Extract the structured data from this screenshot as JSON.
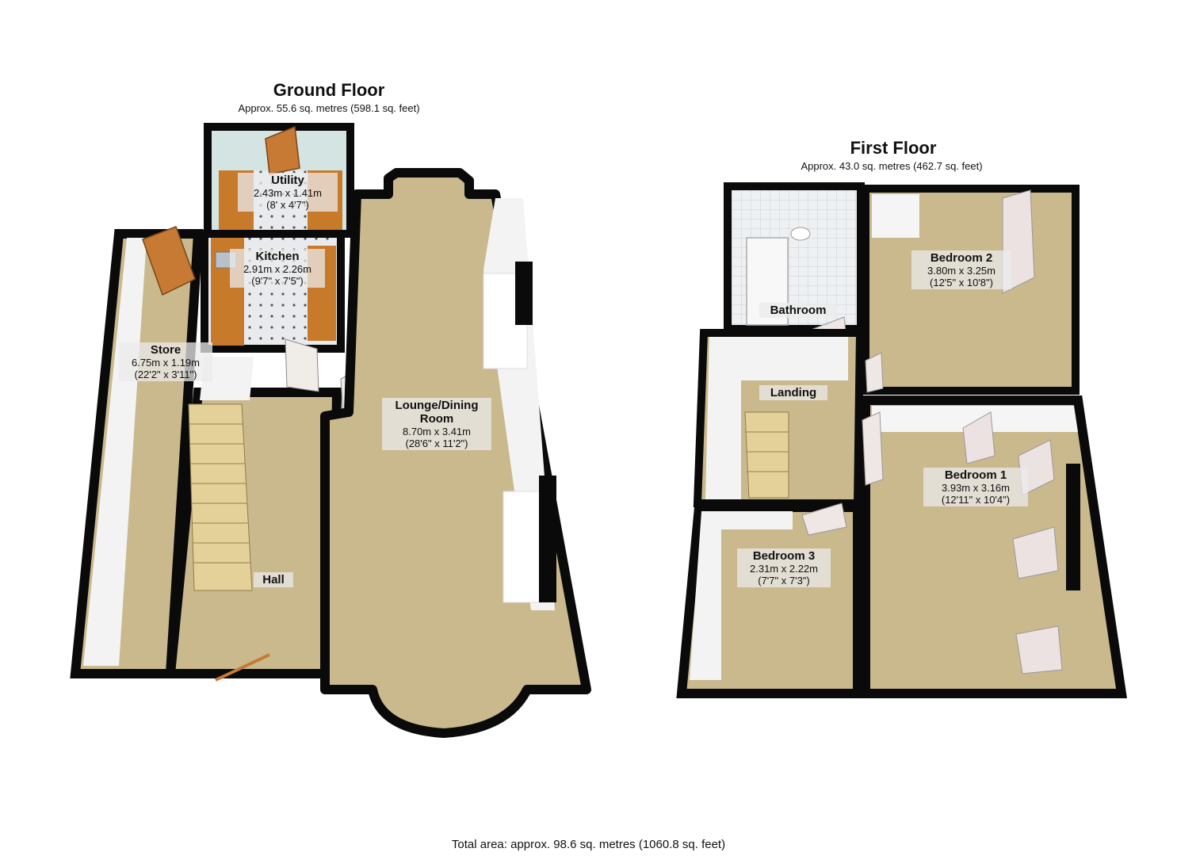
{
  "ground_floor": {
    "title": "Ground Floor",
    "area": "Approx. 55.6 sq. metres (598.1 sq. feet)",
    "rooms": {
      "utility": {
        "name": "Utility",
        "metric": "2.43m x 1.41m",
        "imperial": "(8' x 4'7\")"
      },
      "kitchen": {
        "name": "Kitchen",
        "metric": "2.91m x 2.26m",
        "imperial": "(9'7\" x 7'5\")"
      },
      "store": {
        "name": "Store",
        "metric": "6.75m x 1.19m",
        "imperial": "(22'2\" x 3'11\")"
      },
      "lounge": {
        "name": "Lounge/Dining",
        "name2": "Room",
        "metric": "8.70m x 3.41m",
        "imperial": "(28'6\" x 11'2\")"
      },
      "hall": {
        "name": "Hall"
      }
    }
  },
  "first_floor": {
    "title": "First Floor",
    "area": "Approx. 43.0 sq. metres (462.7 sq. feet)",
    "rooms": {
      "bathroom": {
        "name": "Bathroom"
      },
      "bedroom2": {
        "name": "Bedroom 2",
        "metric": "3.80m x 3.25m",
        "imperial": "(12'5\" x 10'8\")"
      },
      "landing": {
        "name": "Landing"
      },
      "bedroom1": {
        "name": "Bedroom 1",
        "metric": "3.93m x 3.16m",
        "imperial": "(12'11\" x 10'4\")"
      },
      "bedroom3": {
        "name": "Bedroom 3",
        "metric": "2.31m x 2.22m",
        "imperial": "(7'7\" x 7'3\")"
      }
    }
  },
  "total_area": "Total area: approx. 98.6 sq. metres (1060.8 sq. feet)",
  "colors": {
    "wall": "#0a0a0a",
    "carpet": "#c8b88a",
    "wood": "#c97a2a",
    "tile": "#e4e6ea",
    "inner_wall": "#f2f2f2"
  }
}
